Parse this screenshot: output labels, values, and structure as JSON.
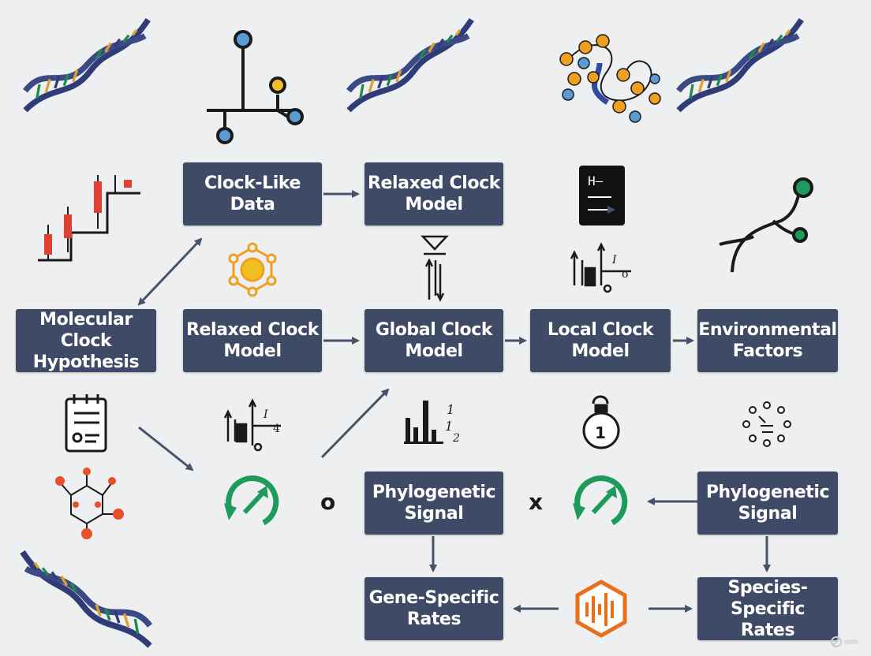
{
  "colors": {
    "box_fill": "#3f4b66",
    "box_text": "#ffffff",
    "arrow": "#46526b",
    "dna_backbone": "#3b4a86",
    "accent_orange": "#f0a020",
    "accent_red": "#e04030",
    "accent_green": "#1e9a5a",
    "accent_blue": "#5b9bd5"
  },
  "nodes": [
    {
      "id": "clock-like-data",
      "label": "Clock-Like\nData"
    },
    {
      "id": "relaxed-clock-model-top",
      "label": "Relaxed Clock\nModel"
    },
    {
      "id": "molecular-clock-hypothesis",
      "label": "Molecular Clock\nHypothesis"
    },
    {
      "id": "relaxed-clock-model-mid",
      "label": "Relaxed Clock\nModel"
    },
    {
      "id": "global-clock-model",
      "label": "Global Clock\nModel"
    },
    {
      "id": "local-clock-model",
      "label": "Local Clock\nModel"
    },
    {
      "id": "environmental-factors",
      "label": "Environmental\nFactors"
    },
    {
      "id": "phylogenetic-signal-left",
      "label": "Phylogenetic\nSignal"
    },
    {
      "id": "phylogenetic-signal-right",
      "label": "Phylogenetic\nSignal"
    },
    {
      "id": "gene-specific-rates",
      "label": "Gene-Specific\nRates"
    },
    {
      "id": "species-specific-rates",
      "label": "Species-Specific\nRates"
    }
  ],
  "glyphs": {
    "o_label": "o",
    "x_label": "x"
  },
  "icons": [
    "dna-helix-icon",
    "phylogenetic-tree-icon",
    "molecule-chain-icon",
    "candlestick-chart-icon",
    "hexagon-network-icon",
    "document-card-icon",
    "sync-arrows-icon",
    "stopwatch-icon",
    "circular-nodes-icon",
    "waveform-hexagon-icon"
  ]
}
